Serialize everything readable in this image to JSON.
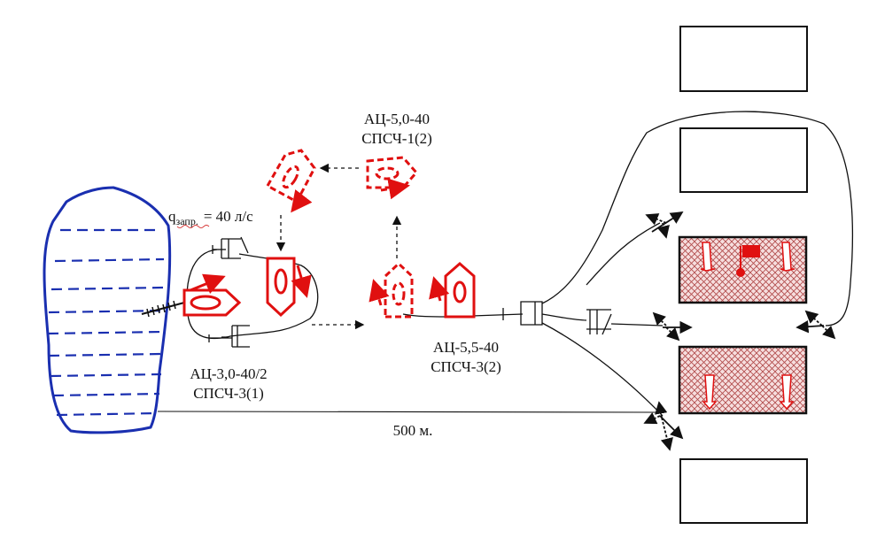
{
  "flow_label": "q",
  "flow_subscript": "запр.",
  "flow_value": "= 40 л/с",
  "top_unit": {
    "vehicle": "АЦ-5,0-40",
    "crew": "СПСЧ-1(2)"
  },
  "left_unit": {
    "vehicle": "АЦ-3,0-40/2",
    "crew": "СПСЧ-3(1)"
  },
  "right_unit": {
    "vehicle": "АЦ-5,5-40",
    "crew": "СПСЧ-3(2)"
  },
  "distance": "500 м.",
  "colors": {
    "water_outline": "#1a2fb0",
    "water_dash": "#1a2fb0",
    "unit_red": "#e01010",
    "line": "#111111",
    "hatch": "#c04040",
    "hatch_bg": "#f4d8d8"
  }
}
